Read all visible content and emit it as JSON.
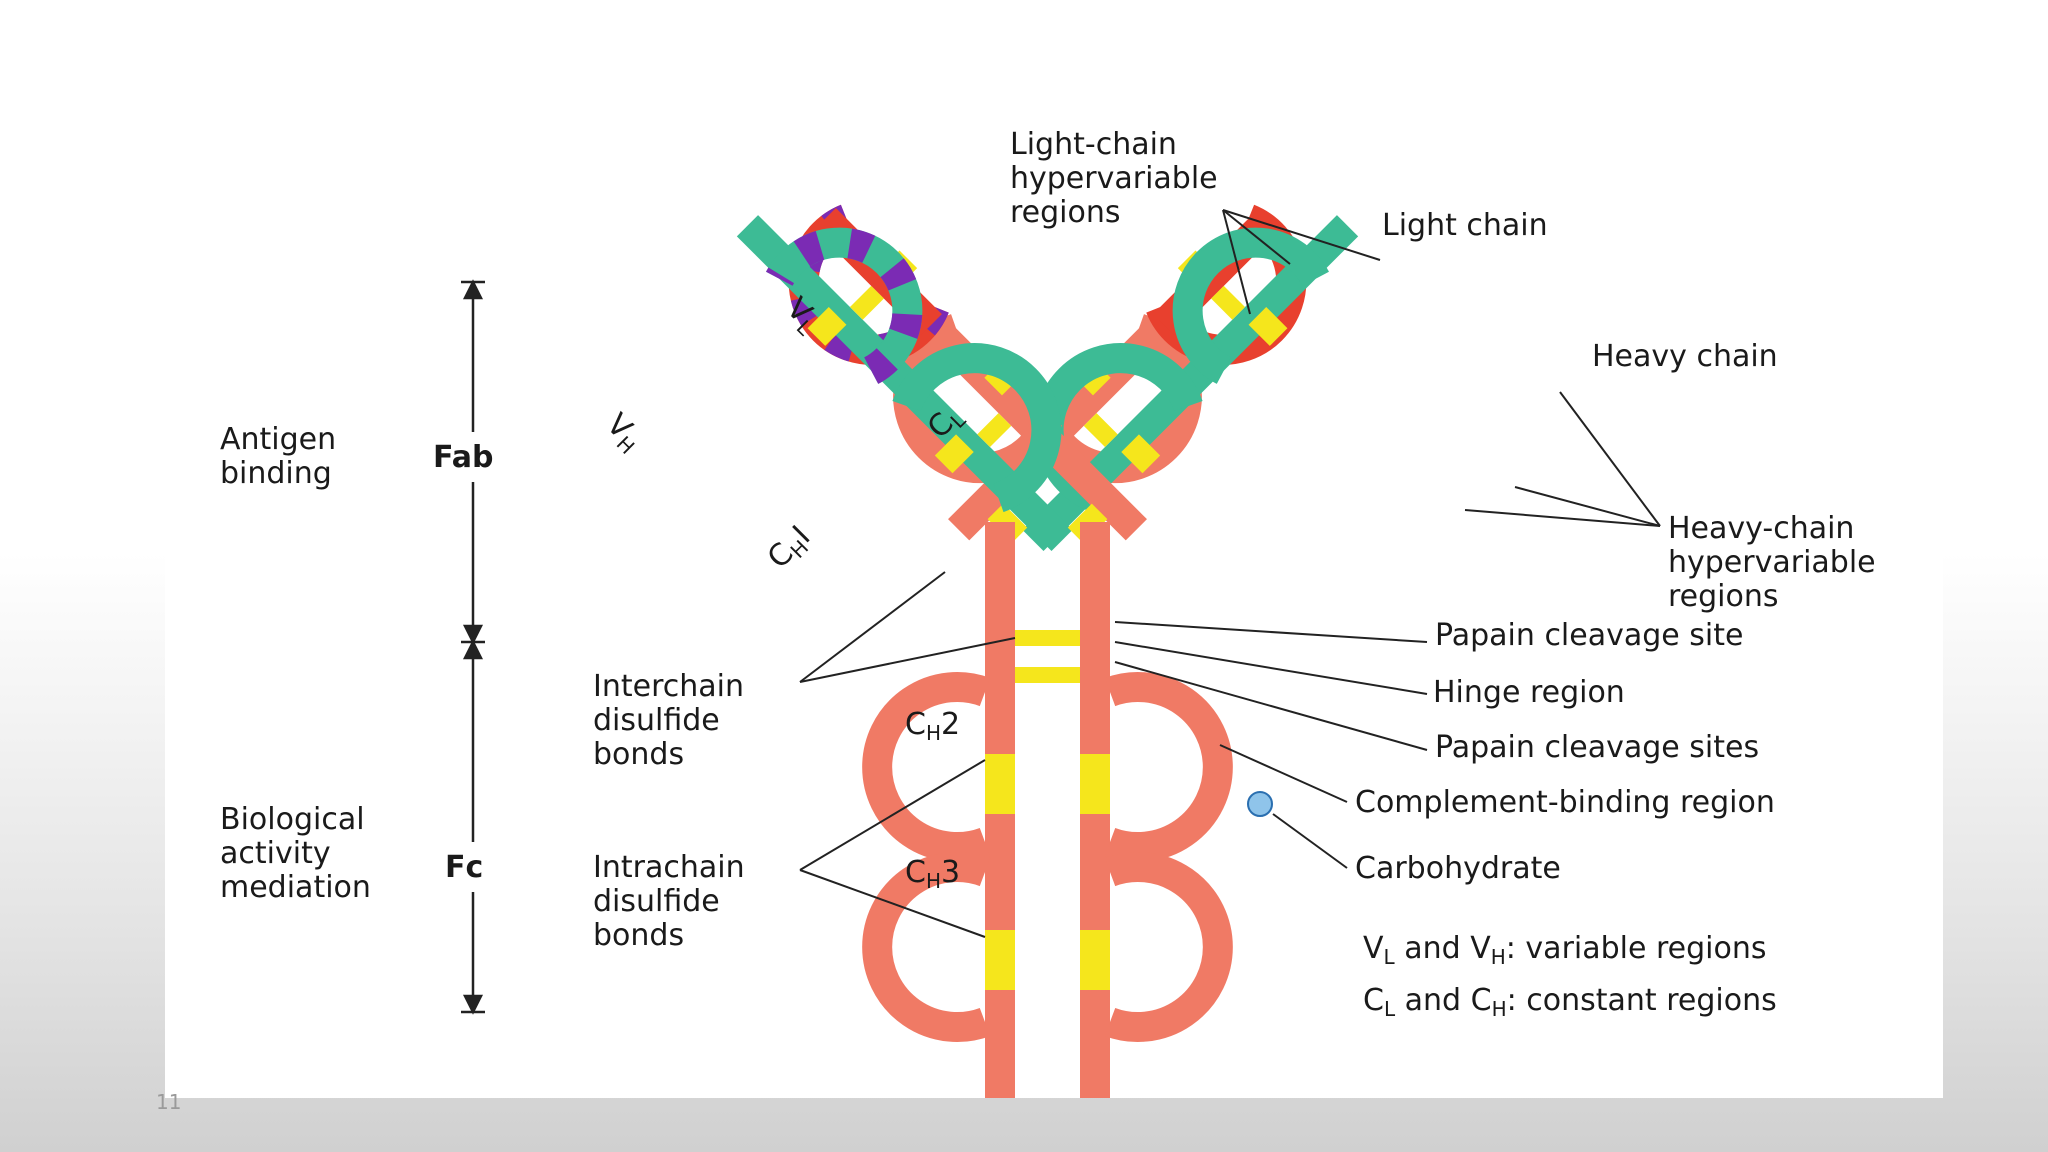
{
  "slide": {
    "number": "11"
  },
  "colors": {
    "heavy_chain": "#f07a65",
    "heavy_chain_variable": "#e8402e",
    "light_chain": "#3dbb95",
    "disulfide": "#f5e61c",
    "hypervariable": "#7b2bb4",
    "carbohydrate": "#8fc4ea",
    "line": "#222222"
  },
  "regions": {
    "fab": "Fab",
    "fc": "Fc",
    "antigen_binding": [
      "Antigen",
      "binding"
    ],
    "biological_activity": [
      "Biological",
      "activity",
      "mediation"
    ]
  },
  "domains": {
    "vl": {
      "main": "V",
      "sub": "L"
    },
    "vh": {
      "main": "V",
      "sub": "H"
    },
    "cl": {
      "main": "C",
      "sub": "L"
    },
    "ch1": {
      "main": "C",
      "sub": "H",
      "suffix": "I"
    },
    "ch2": {
      "main": "C",
      "sub": "H",
      "suffix": "2"
    },
    "ch3": {
      "main": "C",
      "sub": "H",
      "suffix": "3"
    }
  },
  "labels": {
    "light_chain_hypervariable": [
      "Light-chain",
      "hypervariable",
      "regions"
    ],
    "light_chain": "Light chain",
    "heavy_chain": "Heavy chain",
    "heavy_chain_hypervariable": [
      "Heavy-chain",
      "hypervariable",
      "regions"
    ],
    "papain_cleavage_site": "Papain cleavage site",
    "hinge_region": "Hinge region",
    "papain_cleavage_sites": "Papain cleavage sites",
    "complement_binding_region": "Complement-binding region",
    "carbohydrate": "Carbohydrate",
    "interchain_disulfide": [
      "Interchain",
      "disulfide",
      "bonds"
    ],
    "intrachain_disulfide": [
      "Intrachain",
      "disulfide",
      "bonds"
    ]
  },
  "legend": {
    "variable": {
      "v": "V",
      "l": "L",
      "and": " and ",
      "h": "H",
      "text": ": variable regions"
    },
    "constant": {
      "c": "C",
      "l": "L",
      "and": " and ",
      "h": "H",
      "text": ": constant regions"
    }
  }
}
